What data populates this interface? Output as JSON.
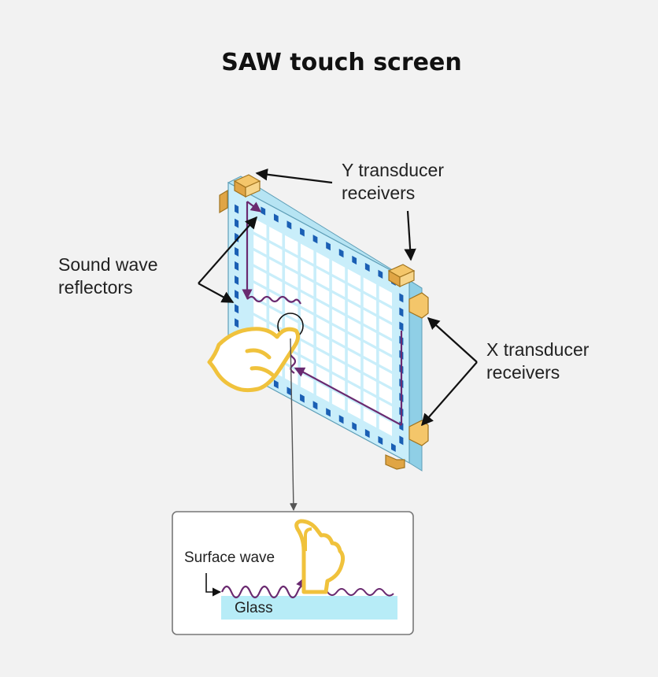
{
  "title": "SAW touch screen",
  "labels": {
    "y_transducer": [
      "Y transducer",
      "receivers"
    ],
    "x_transducer": [
      "X transducer",
      "receivers"
    ],
    "reflectors": [
      "Sound wave",
      "reflectors"
    ]
  },
  "inset": {
    "surface_wave": "Surface wave",
    "glass": "Glass"
  },
  "colors": {
    "background": "#f2f2f2",
    "glass_light": "#c9eefa",
    "glass_edge": "#a6dbee",
    "reflector": "#1a5fb4",
    "wave": "#6a2a70",
    "transducer": "#f4c66a",
    "hand_outline": "#f0c23c",
    "arrow": "#111111"
  }
}
